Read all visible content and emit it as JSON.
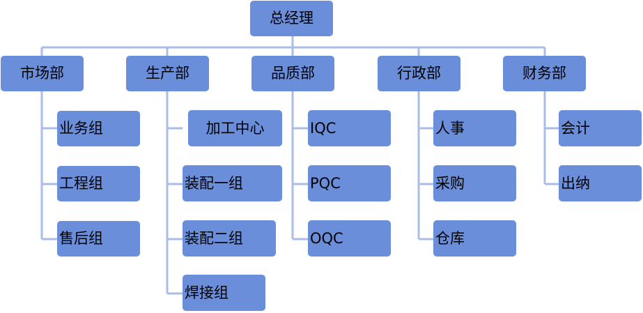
{
  "org_chart": {
    "root": {
      "label": "总经理"
    },
    "departments": [
      {
        "label": "市场部",
        "teams": [
          "业务组",
          "工程组",
          "售后组"
        ]
      },
      {
        "label": "生产部",
        "teams": [
          "加工中心",
          "装配一组",
          "装配二组",
          "焊接组"
        ]
      },
      {
        "label": "品质部",
        "teams": [
          "IQC",
          "PQC",
          "OQC"
        ]
      },
      {
        "label": "行政部",
        "teams": [
          "人事",
          "采购",
          "仓库"
        ]
      },
      {
        "label": "财务部",
        "teams": [
          "会计",
          "出纳"
        ]
      }
    ]
  },
  "colors": {
    "box_fill": "#6b8edb",
    "connector": "#a9bde6",
    "text": "#000000"
  }
}
